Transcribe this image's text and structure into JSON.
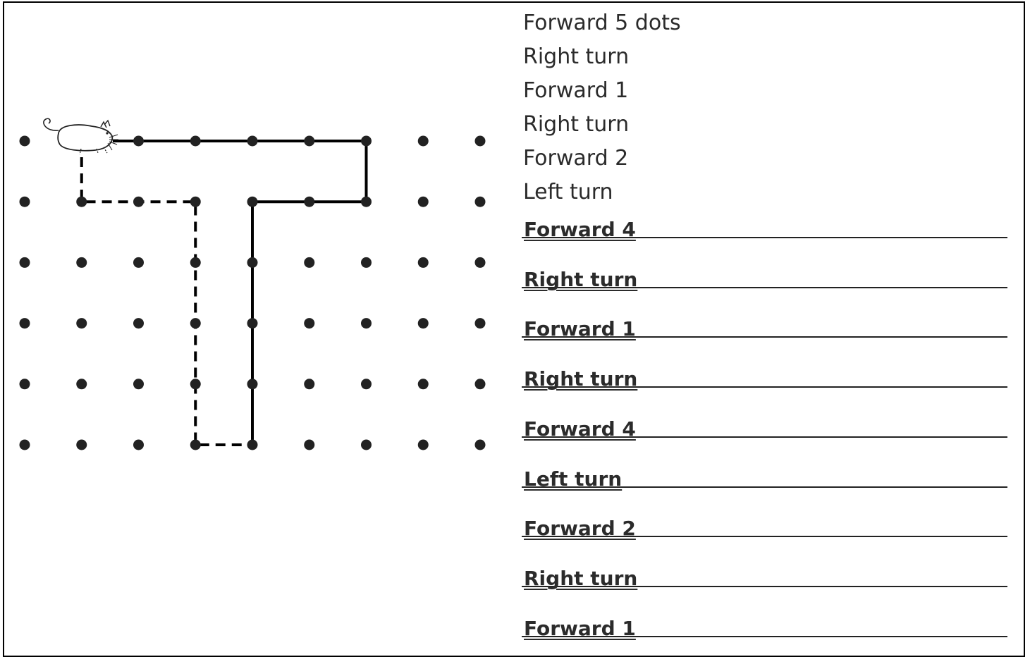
{
  "instructions": [
    "Forward 5 dots",
    "Right turn",
    "Forward 1",
    "Right turn",
    "Forward 2",
    "Left turn"
  ],
  "answers": [
    "Forward 4",
    "Right turn",
    "Forward 1",
    "Right turn",
    "Forward 4",
    "Left turn",
    "Forward 2",
    "Right turn",
    "Forward 1"
  ],
  "grid": {
    "columns": 9,
    "rows": 6
  },
  "paths": {
    "given_route": [
      [
        2,
        0
      ],
      [
        6,
        0
      ],
      [
        6,
        1
      ],
      [
        4,
        1
      ],
      [
        4,
        5
      ]
    ],
    "answer_route": [
      [
        1,
        0
      ],
      [
        1,
        1
      ],
      [
        3,
        1
      ],
      [
        3,
        5
      ],
      [
        4,
        5
      ],
      [
        4,
        1
      ]
    ]
  },
  "icons": {
    "start_marker": "mouse-icon"
  },
  "colors": {
    "dots": "#222222",
    "line": "#000000",
    "text": "#2b2b2b"
  }
}
